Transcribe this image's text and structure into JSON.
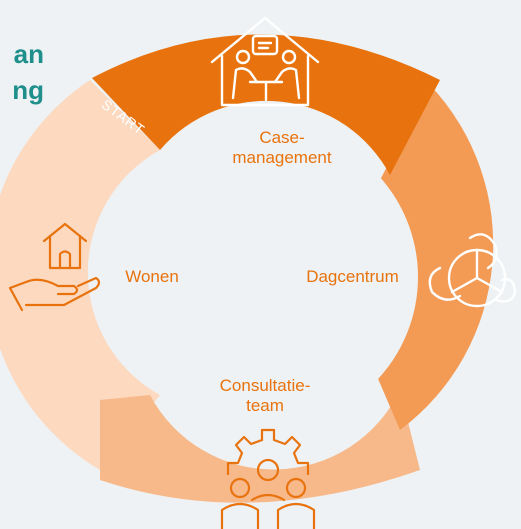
{
  "heading": {
    "line1": "an",
    "line2": "ng"
  },
  "start_label": "START",
  "segments": [
    {
      "id": "casemanagement",
      "label_line1": "Case-",
      "label_line2": "management",
      "icon": "meeting-house-icon",
      "color": "#e8730e"
    },
    {
      "id": "dagcentrum",
      "label": "Dagcentrum",
      "icon": "hands-together-icon",
      "color": "#f39a54"
    },
    {
      "id": "consultatieteam",
      "label_line1": "Consultatie-",
      "label_line2": "team",
      "icon": "team-gear-icon",
      "color": "#f7b98a"
    },
    {
      "id": "wonen",
      "label": "Wonen",
      "icon": "house-in-hand-icon",
      "color": "#fcd9bf"
    }
  ],
  "colors": {
    "accent": "#e8730e",
    "heading": "#1e8f8a",
    "inner": "#eef2f4"
  }
}
